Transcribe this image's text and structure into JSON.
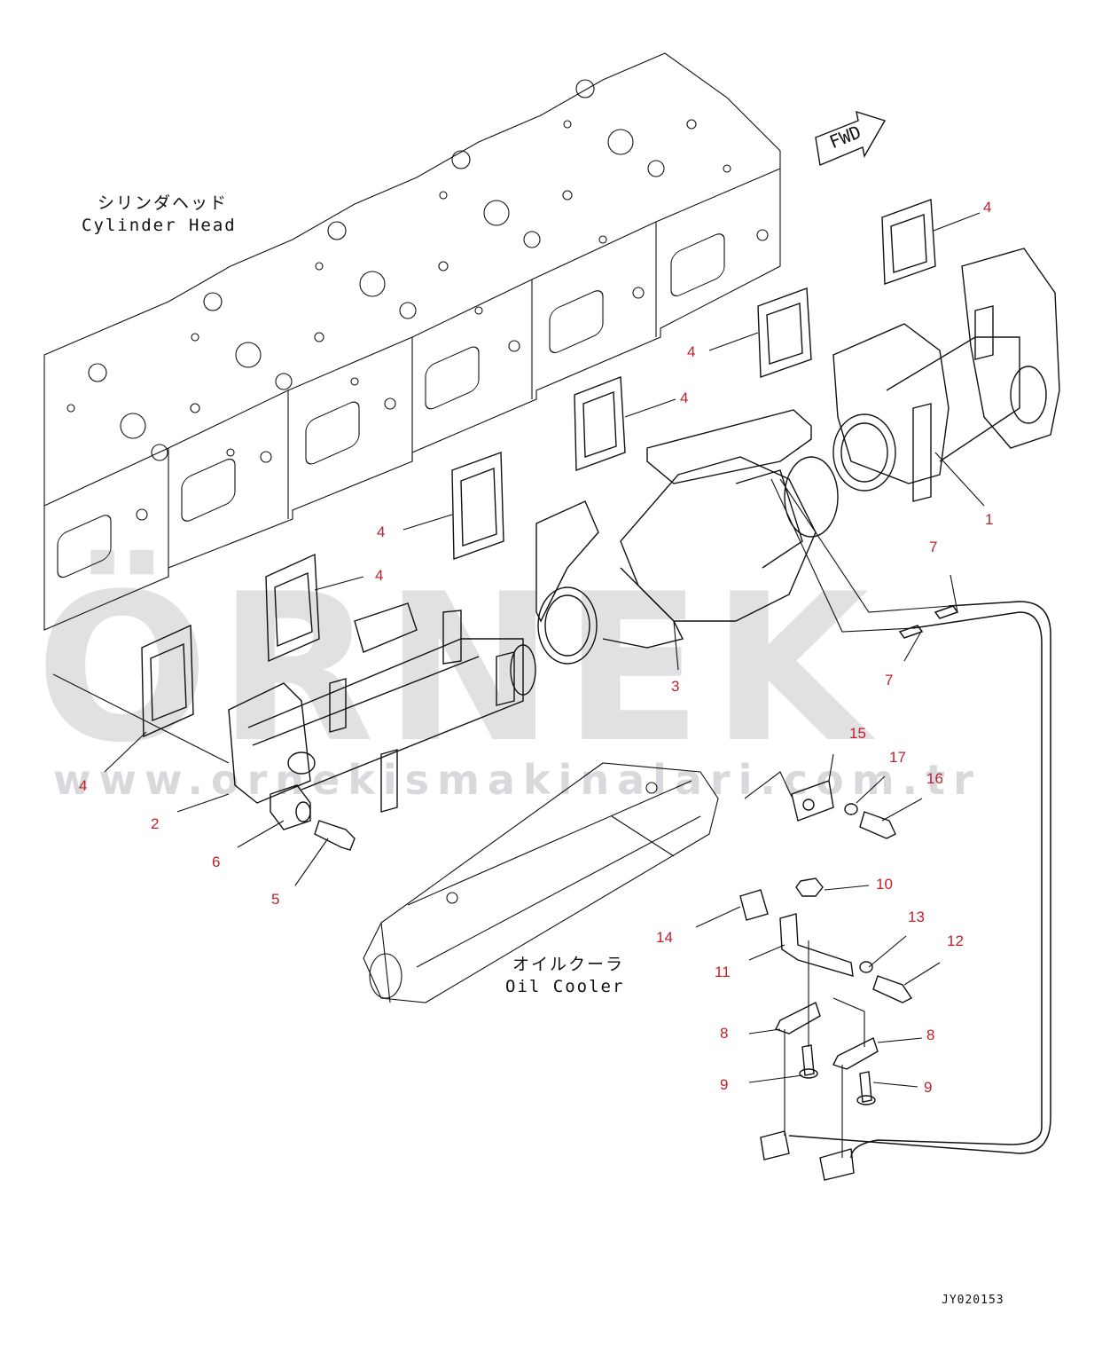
{
  "captions": {
    "cylinder_head_jp": "シリンダヘッド",
    "cylinder_head_en": "Cylinder Head",
    "oil_cooler_jp": "オイルクーラ",
    "oil_cooler_en": "Oil Cooler",
    "fwd": "FWD",
    "drawing_code": "JY020153"
  },
  "watermark": {
    "brand": "ÖRNEK",
    "url": "www.ornekismakinalari.com.tr"
  },
  "colors": {
    "callout": "#c0202a",
    "line": "#111111",
    "watermark": "#c9c9cf"
  },
  "parts": [
    {
      "id": "p1",
      "number": "1"
    },
    {
      "id": "p2",
      "number": "2"
    },
    {
      "id": "p3",
      "number": "3"
    },
    {
      "id": "p4a",
      "number": "4"
    },
    {
      "id": "p4b",
      "number": "4"
    },
    {
      "id": "p4c",
      "number": "4"
    },
    {
      "id": "p4d",
      "number": "4"
    },
    {
      "id": "p4e",
      "number": "4"
    },
    {
      "id": "p4f",
      "number": "4"
    },
    {
      "id": "p5",
      "number": "5"
    },
    {
      "id": "p6",
      "number": "6"
    },
    {
      "id": "p7a",
      "number": "7"
    },
    {
      "id": "p7b",
      "number": "7"
    },
    {
      "id": "p8a",
      "number": "8"
    },
    {
      "id": "p8b",
      "number": "8"
    },
    {
      "id": "p9a",
      "number": "9"
    },
    {
      "id": "p9b",
      "number": "9"
    },
    {
      "id": "p10",
      "number": "10"
    },
    {
      "id": "p11",
      "number": "11"
    },
    {
      "id": "p12",
      "number": "12"
    },
    {
      "id": "p13",
      "number": "13"
    },
    {
      "id": "p14",
      "number": "14"
    },
    {
      "id": "p15",
      "number": "15"
    },
    {
      "id": "p16",
      "number": "16"
    },
    {
      "id": "p17",
      "number": "17"
    }
  ]
}
